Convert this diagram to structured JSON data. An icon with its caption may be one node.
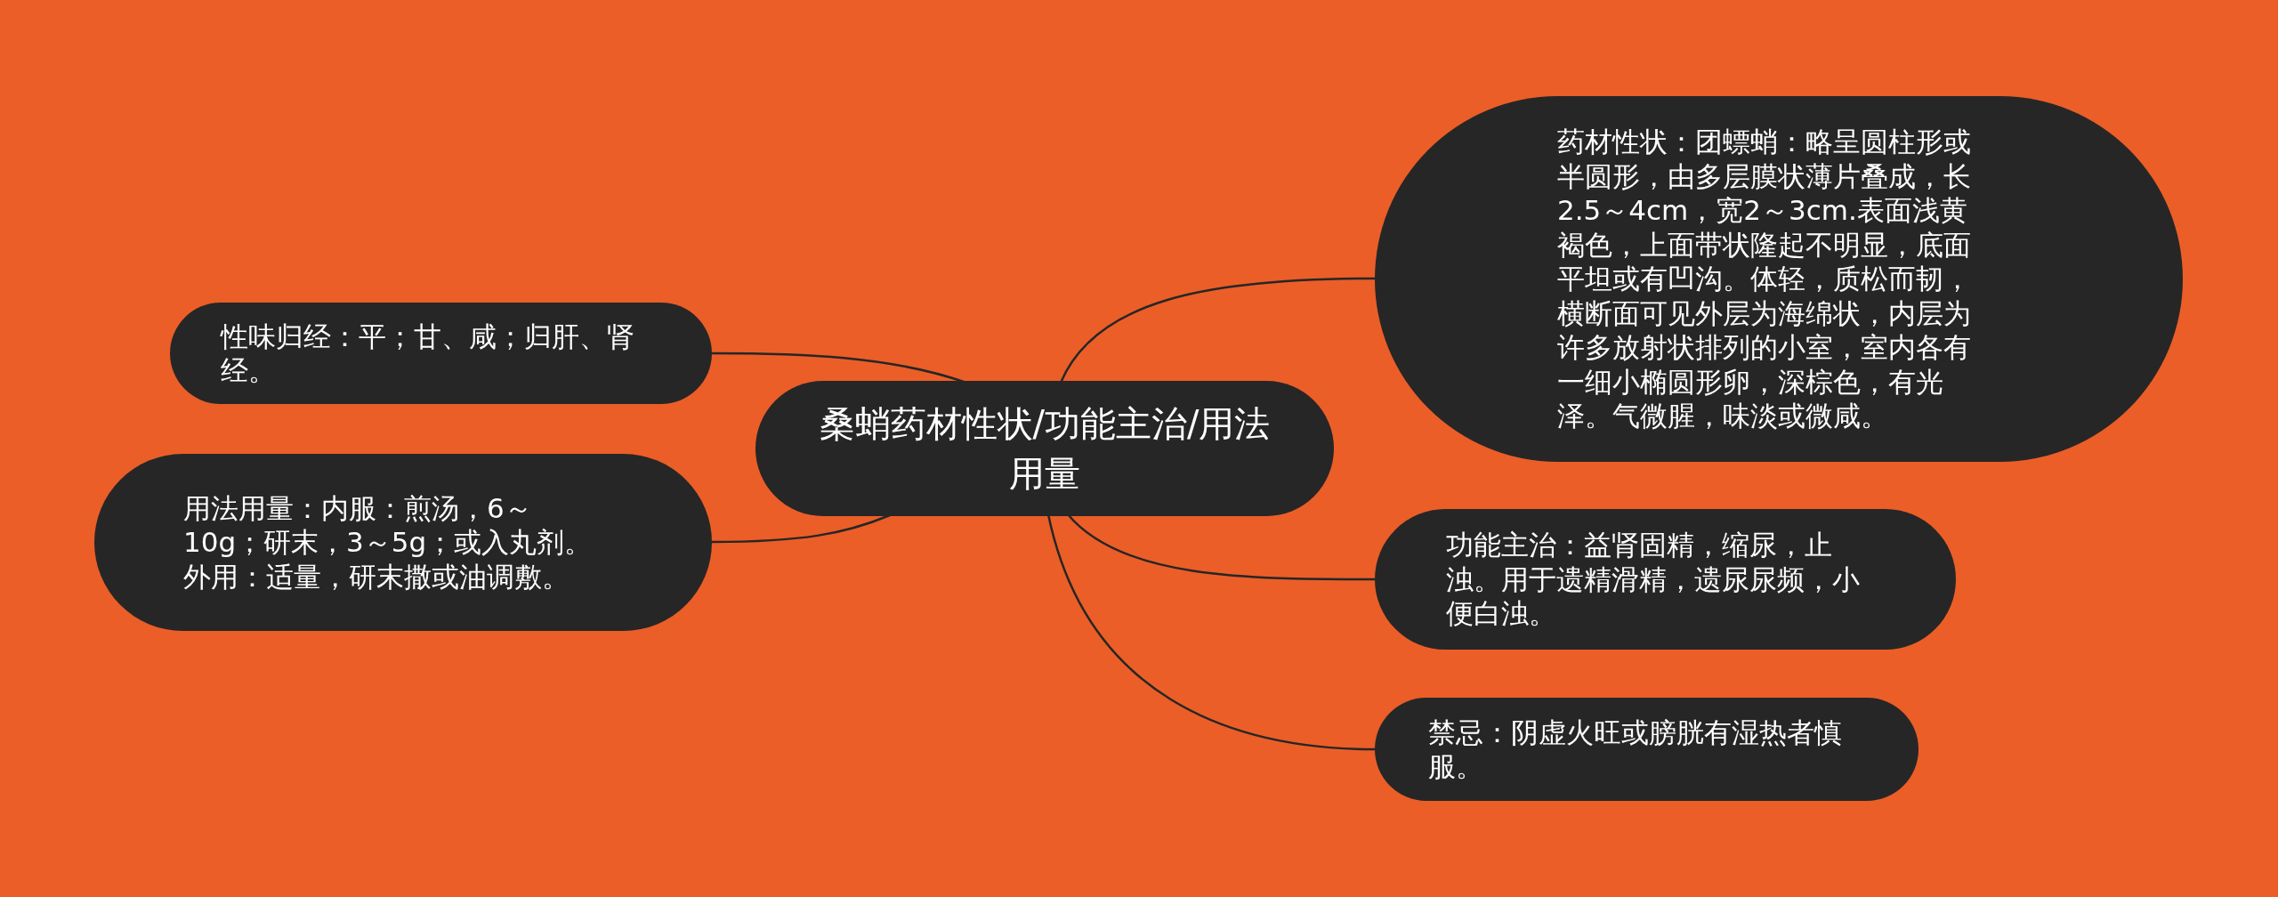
{
  "diagram": {
    "nodes": [
      {
        "text": [
          "桑蛸药材性状/功能主治/用法用量"
        ]
      },
      {
        "text": [
          "药材性状：团螵蛸：略呈圆柱形或半圆形，由多层膜状薄片叠成，长2.5～4cm，宽2～3cm.表面浅黄褐色，上面带状隆起不明显，底面平坦或有凹沟。体轻，质松而韧，横断面可见外层为海绵状，内层为许多放射状排列的小室，室内各有一细小椭圆形卵，深棕色，有光泽。气微腥，味淡或微咸。"
        ]
      },
      {
        "text": [
          "功能主治：益肾固精，缩尿，止浊。用于遗精滑精，遗尿尿频，小便白浊。"
        ]
      },
      {
        "text": [
          "禁忌：阴虚火旺或膀胱有湿热者慎服。"
        ]
      },
      {
        "text": [
          "性味归经：平；甘、咸；归肝、肾经。"
        ]
      },
      {
        "text": [
          "用法用量：内服：煎汤，6～10g；研末，3～5g；或入丸剂。外用：适量，研末撒或油调敷。"
        ]
      }
    ],
    "edges": [
      {
        "from": 0,
        "to": 1,
        "arrow": "none"
      },
      {
        "from": 0,
        "to": 2,
        "arrow": "none"
      },
      {
        "from": 0,
        "to": 3,
        "arrow": "none"
      },
      {
        "from": 0,
        "to": 4,
        "arrow": "none"
      },
      {
        "from": 0,
        "to": 5,
        "arrow": "none"
      }
    ]
  }
}
